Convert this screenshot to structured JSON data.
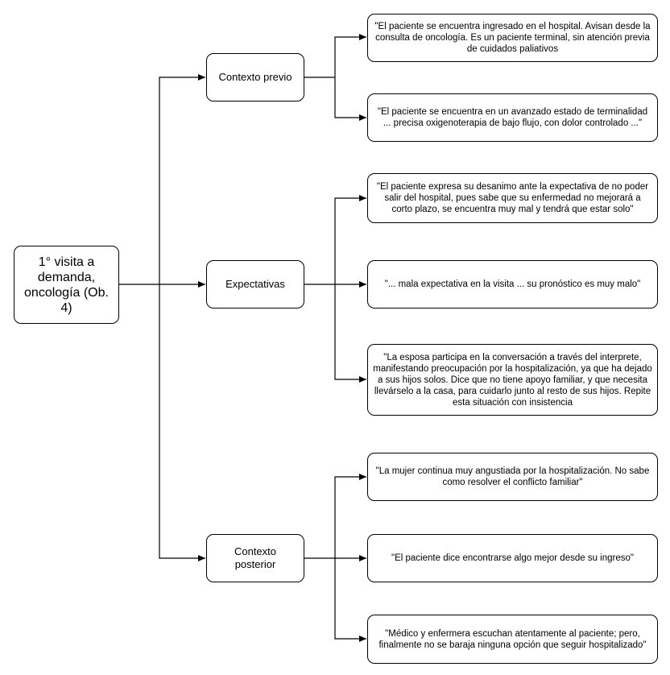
{
  "diagram": {
    "root": {
      "label": "1° visita a demanda, oncología (Ob. 4)"
    },
    "branches": [
      {
        "label": "Contexto previo",
        "items": [
          "\"El paciente se encuentra ingresado en el hospital. Avisan desde la consulta de oncología. Es un paciente terminal, sin atención previa de cuidados paliativos",
          "\"El paciente se encuentra en un avanzado estado de terminalidad ... precisa oxigenoterapia de bajo flujo, con dolor controlado ...\""
        ]
      },
      {
        "label": "Expectativas",
        "items": [
          "\"El paciente expresa su desanimo ante la expectativa de no poder salir del hospital, pues sabe que su enfermedad no mejorará a corto plazo, se encuentra muy mal y tendrá que estar solo\"",
          "\"... mala expectativa en la visita ... su pronóstico es muy malo\"",
          "\"La esposa participa en la conversación a través del interprete, manifestando preocupación por la hospitalización, ya que ha dejado a sus hijos solos. Dice que no tiene apoyo familiar, y que necesita llevárselo a la casa, para cuidarlo junto al resto de sus hijos. Repite esta situación con insistencia"
        ]
      },
      {
        "label": "Contexto posterior",
        "items": [
          "\"La mujer continua muy angustiada por la hospitalización. No sabe como resolver el conflicto familiar\"",
          "\"El paciente dice encontrarse algo mejor desde su ingreso\"",
          "\"Médico y enfermera escuchan atentamente al paciente; pero, finalmente no se baraja ninguna opción que seguir hospitalizado\""
        ]
      }
    ]
  }
}
